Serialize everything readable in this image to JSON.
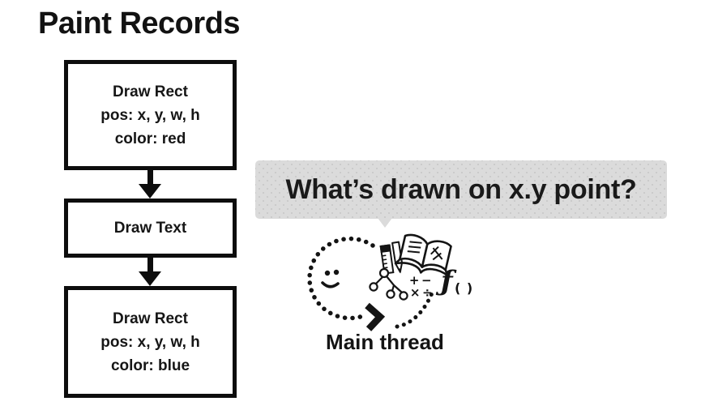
{
  "title": "Paint Records",
  "flowchart": {
    "boxes": [
      {
        "lines": [
          "Draw Rect",
          "pos: x, y, w, h",
          "color: red"
        ]
      },
      {
        "lines": [
          "Draw Text"
        ]
      },
      {
        "lines": [
          "Draw Rect",
          "pos: x, y, w, h",
          "color: blue"
        ]
      }
    ]
  },
  "speech_bubble": {
    "text": "What’s drawn on x.y point?"
  },
  "doodle": {
    "label": "Main thread",
    "math_line1": "+−",
    "math_line2": "×÷",
    "function_f": "ƒ",
    "function_parens": "( )"
  },
  "colors": {
    "ink": "#141414",
    "box_border": "#0d0d0d",
    "bubble_background": "#dbdbdb",
    "slide_background": "#ffffff"
  }
}
